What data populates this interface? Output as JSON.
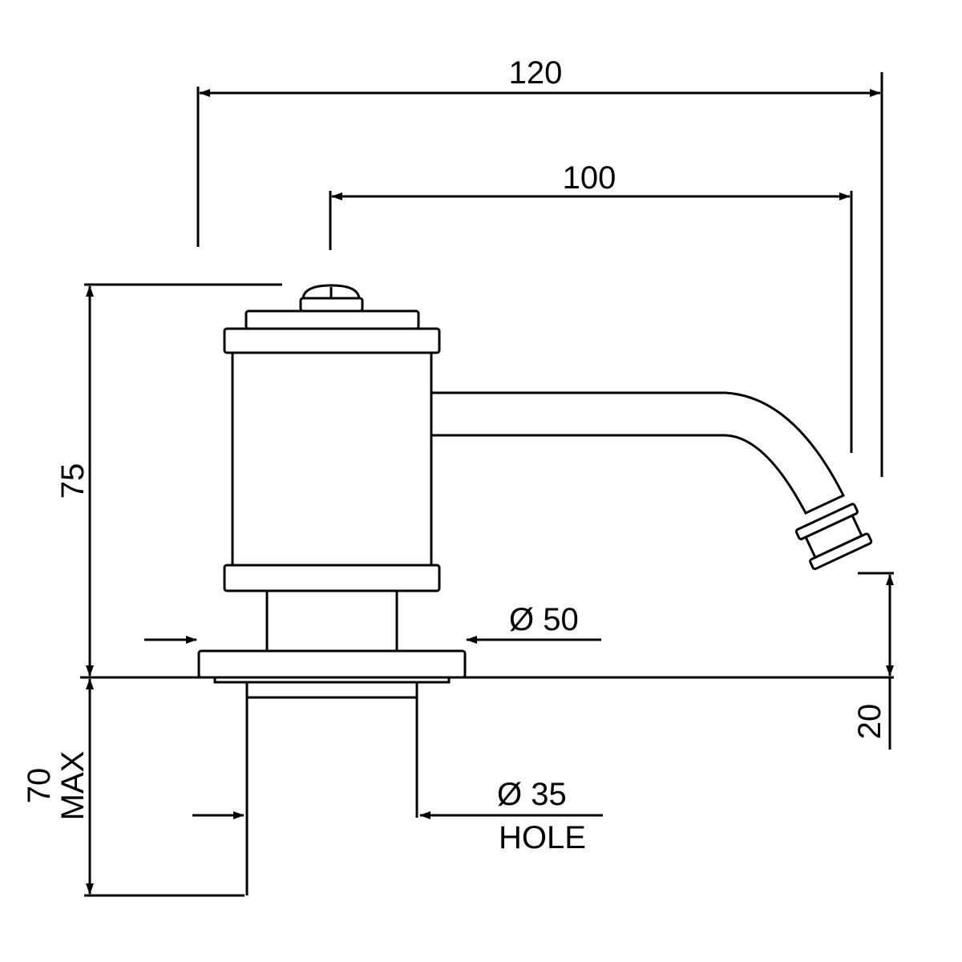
{
  "dimensions": {
    "overall_length": "120",
    "spout_reach": "100",
    "height": "75",
    "spout_clearance": "20",
    "flange_diameter": "Ø 50",
    "hole_diameter": "Ø 35",
    "hole_label": "HOLE",
    "shank_length": "70",
    "shank_length_note": "MAX"
  }
}
